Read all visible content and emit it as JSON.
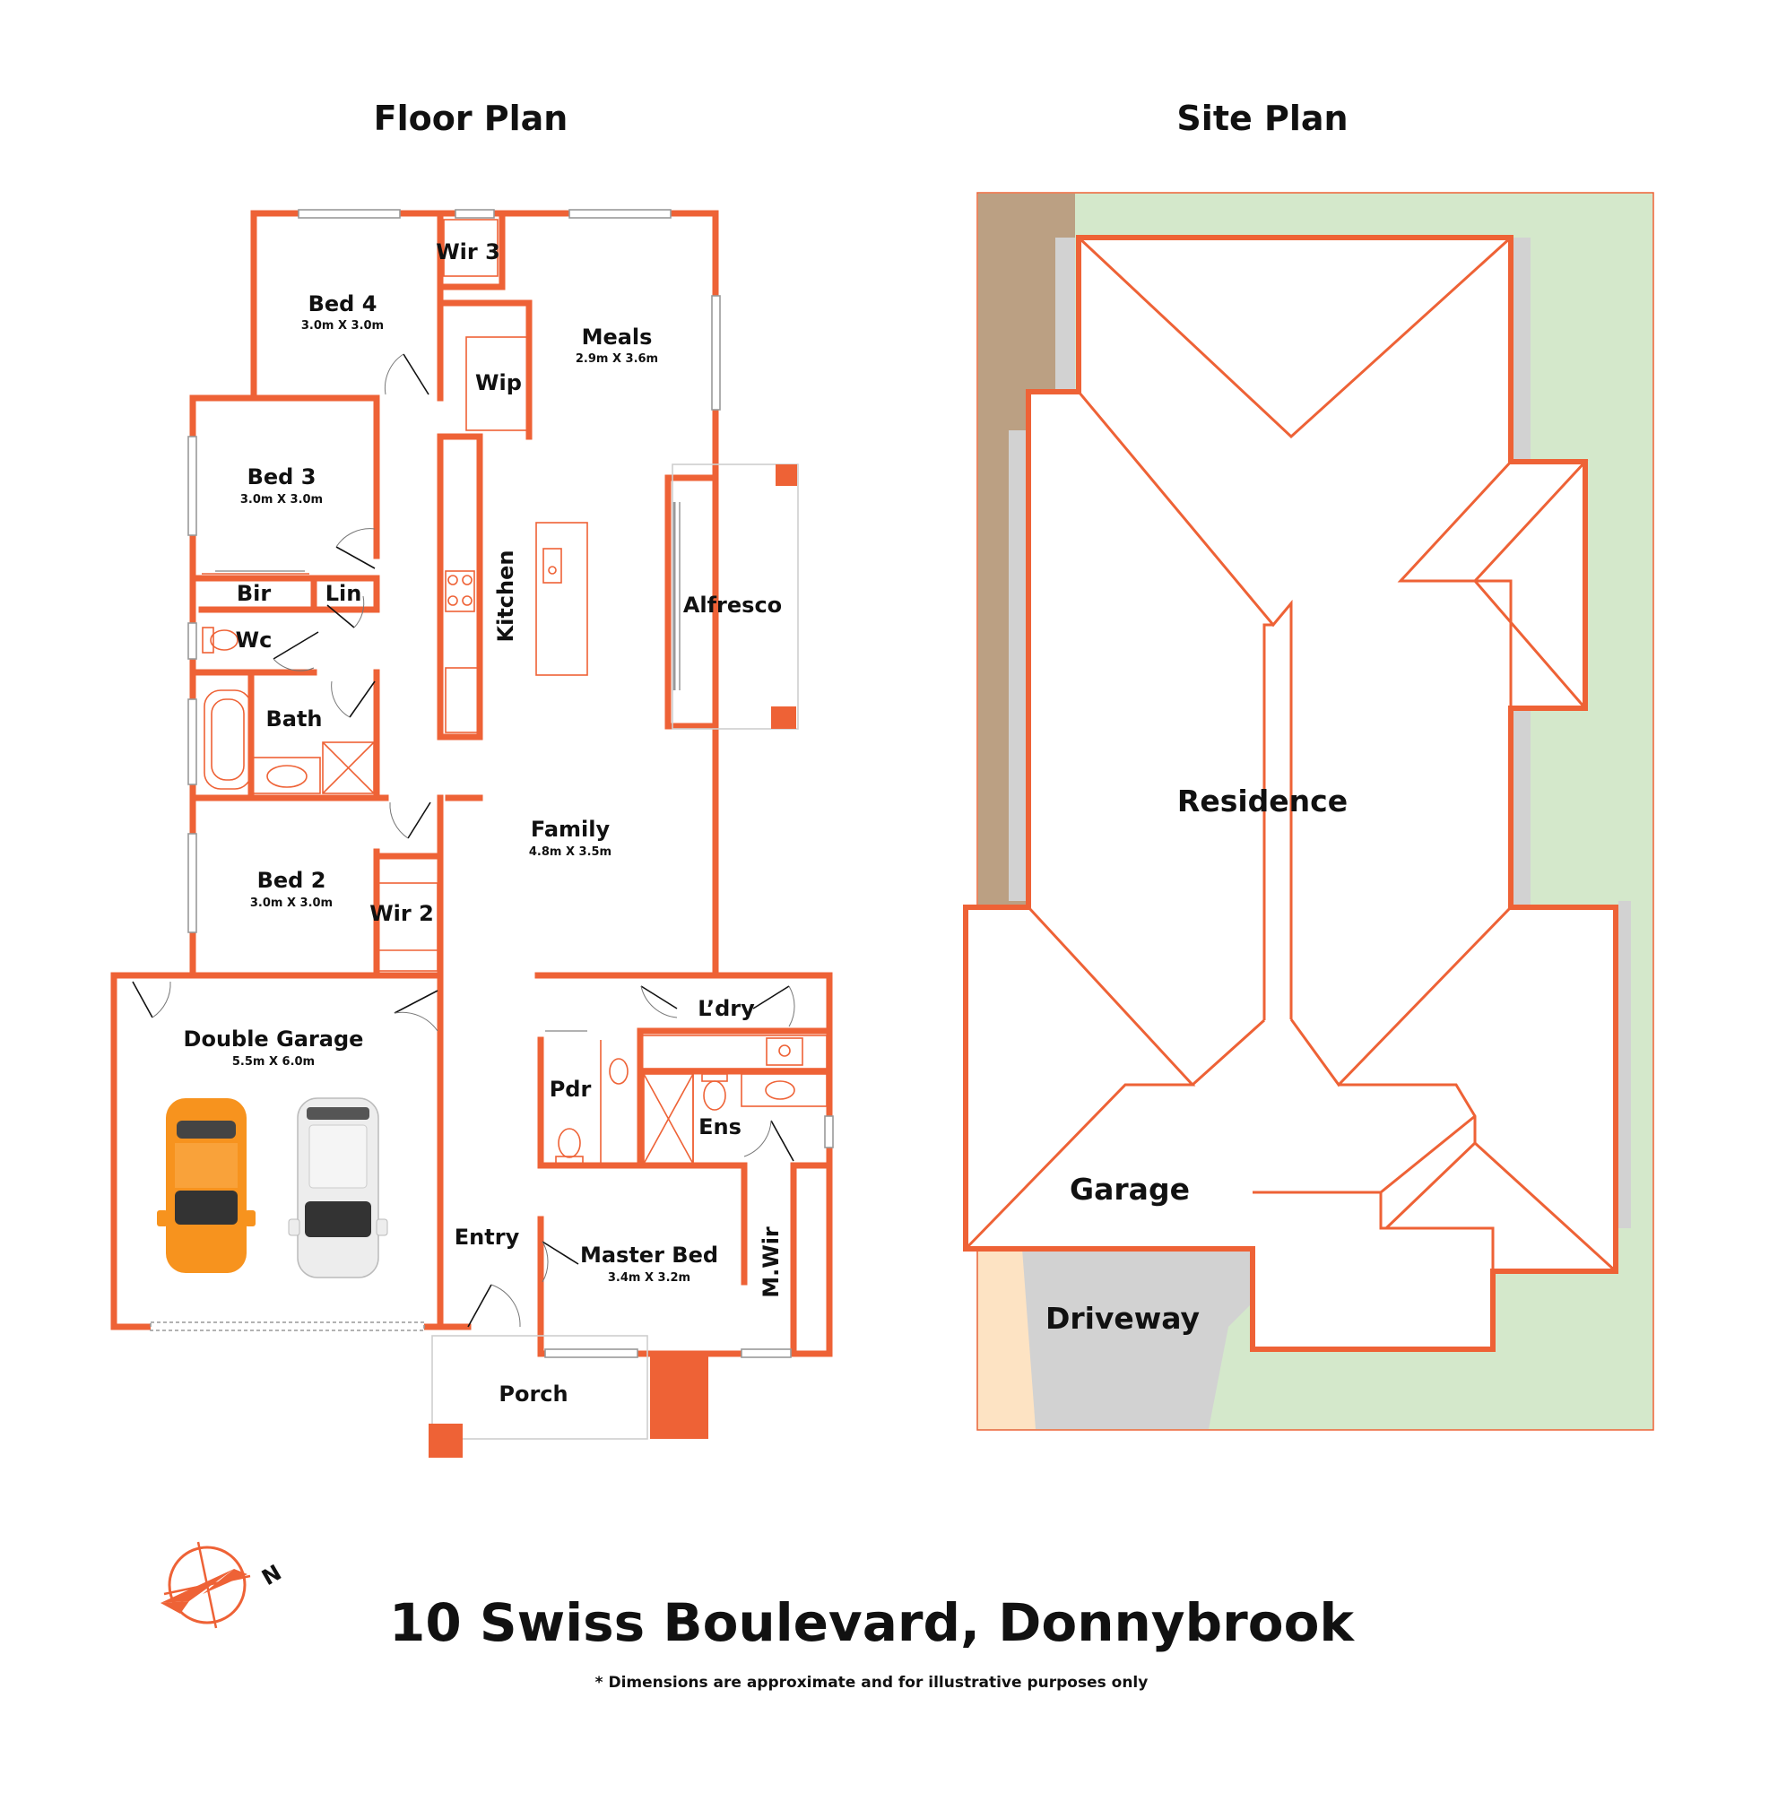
{
  "colors": {
    "wall": "#EE6236",
    "green": "#D4E8CB",
    "brown": "#BBA083",
    "sand": "#FDE3C3",
    "grey": "#D2D2D2",
    "car_orange": "#F7931E",
    "car_white": "#EDEDED",
    "text": "#111111"
  },
  "headings": {
    "floor_plan": "Floor Plan",
    "site_plan": "Site Plan"
  },
  "rooms": {
    "bed4": {
      "name": "Bed 4",
      "dim": "3.0m X 3.0m"
    },
    "wir3": {
      "name": "Wir 3"
    },
    "meals": {
      "name": "Meals",
      "dim": "2.9m X 3.6m"
    },
    "wip": {
      "name": "Wip"
    },
    "bed3": {
      "name": "Bed 3",
      "dim": "3.0m X 3.0m"
    },
    "kitchen": {
      "name": "Kitchen"
    },
    "alfresco": {
      "name": "Alfresco"
    },
    "bir": {
      "name": "Bir"
    },
    "lin": {
      "name": "Lin"
    },
    "wc": {
      "name": "Wc"
    },
    "bath": {
      "name": "Bath"
    },
    "family": {
      "name": "Family",
      "dim": "4.8m X 3.5m"
    },
    "bed2": {
      "name": "Bed 2",
      "dim": "3.0m X 3.0m"
    },
    "wir2": {
      "name": "Wir 2"
    },
    "garage": {
      "name": "Double Garage",
      "dim": "5.5m X 6.0m"
    },
    "ldry": {
      "name": "L’dry"
    },
    "pdr": {
      "name": "Pdr"
    },
    "ens": {
      "name": "Ens"
    },
    "entry": {
      "name": "Entry"
    },
    "master": {
      "name": "Master Bed",
      "dim": "3.4m X 3.2m"
    },
    "mwir": {
      "name": "M.Wir"
    },
    "porch": {
      "name": "Porch"
    }
  },
  "site": {
    "residence": "Residence",
    "garage": "Garage",
    "driveway": "Driveway"
  },
  "compass": {
    "north": "N"
  },
  "footer": {
    "address": "10 Swiss Boulevard, Donnybrook",
    "disclaimer": "* Dimensions are approximate and for illustrative purposes only"
  }
}
